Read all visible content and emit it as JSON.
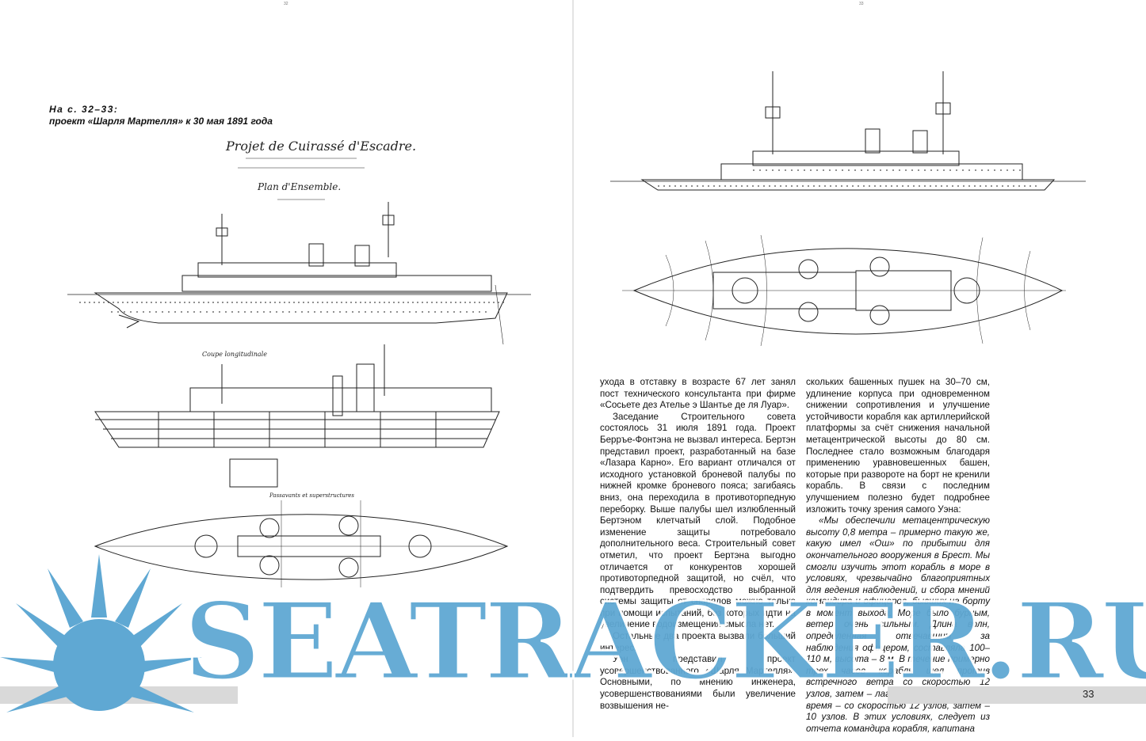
{
  "folios": {
    "left": "32",
    "right": "33"
  },
  "caption": {
    "line1": "На с. 32–33:",
    "line2": "проект «Шарля Мартелля» к 30 мая 1891 года"
  },
  "drawing_labels": {
    "title": "Projet de Cuirassé d'Escadre.",
    "subtitle": "Plan d'Ensemble.",
    "section": "Coupe longitudinale",
    "plan": "Passavants et superstructures"
  },
  "text": {
    "col1": [
      "ухода в отставку в возрасте 67 лет занял пост технического консультанта при фирме «Сосьете дез Ателье э Шантье де ля Луар».",
      "Заседание Строительного совета состоялось 31 июля 1891 года. Проект Берръе-Фонтэна не вызвал интереса. Бертэн представил проект, разработанный на базе «Лазара Карно». Его вариант отличался от исходного установкой броневой палубы по нижней кромке броневого пояса; загибаясь вниз, она переходила в противоторпедную переборку. Выше палубы шел излюбленный Бертэном клетчатый слой. Подобное изменение защиты потребовало дополнительного веса. Строительный совет отметил, что проект Бертэна выгодно отличается от конкурентов хорошей противоторпедной защитой, но счёл, что подтвердить превосходство выбранной системы защиты от снарядов можно только при помощи испытаний, без которых идти на увеличение водоизмещения смысла нет.",
      "Остальные два проекта вызвали больший интерес.",
      "Уэн представил проект усовершенствованного «Шарля Мартелля». Основными, по мнению инженера, усовершенствованиями были увеличение возвышения не-"
    ],
    "col2": [
      "скольких башенных пушек на 30–70 см, удлинение корпуса при одновременном снижении сопротивления и улучшение устойчивости корабля как артиллерийской платформы за счёт снижения начальной метацентрической высоты до 80 см. Последнее стало возможным благодаря применению уравновешенных башен, которые при развороте на борт не кренили корабль. В связи с последним улучшением полезно будет подробнее изложить точку зрения самого Уэна:",
      "«Мы обеспечили метацентрическую высоту 0,8 метра – примерно такую же, какую имел «Ош» по прибытии для окончательного вооружения в Брест. Мы смогли изучить этот корабль в море в условиях, чрезвычайно благоприятных для ведения наблюдений, и сбора мнений командира и офицеров, бывших на борту в момент выхода. Море было бурным, ветер очень сильным. Длина волн, определенная отвечавшим за наблюдения офицером, составляла 100–110 м, высота – 8 м. В течение примерно трех часов корабль шел против встречного ветра со скоростью 12 узлов, затем – лагом к волне, некоторое время – со скоростью 12 узлов, затем – 10 узлов. В этих условиях, следует из отчета командира корабля, капитана"
    ]
  },
  "page_numbers": {
    "left": "32",
    "right": "33"
  },
  "watermark": {
    "text": "SEATRACKER.RU",
    "color": "#5fa8d3"
  }
}
